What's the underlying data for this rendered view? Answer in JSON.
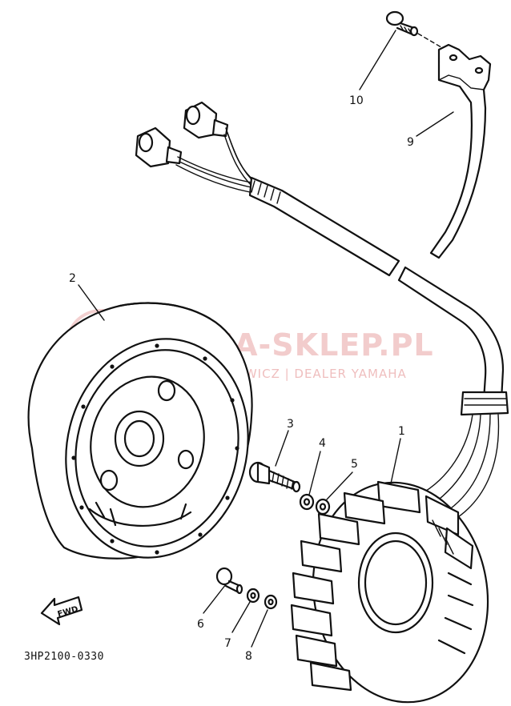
{
  "callouts": {
    "p1": "1",
    "p2": "2",
    "p3": "3",
    "p4": "4",
    "p5": "5",
    "p6": "6",
    "p7": "7",
    "p8": "8",
    "p9": "9",
    "p10": "10"
  },
  "fwd_label": "FWD",
  "diagram_code": "3HP2100-0330",
  "watermark": {
    "title": "YAMA-SKLEP.PL",
    "subtitle": "WOLLIBOROWICZ | DEALER YAMAHA",
    "color": "#e9a3a3"
  }
}
